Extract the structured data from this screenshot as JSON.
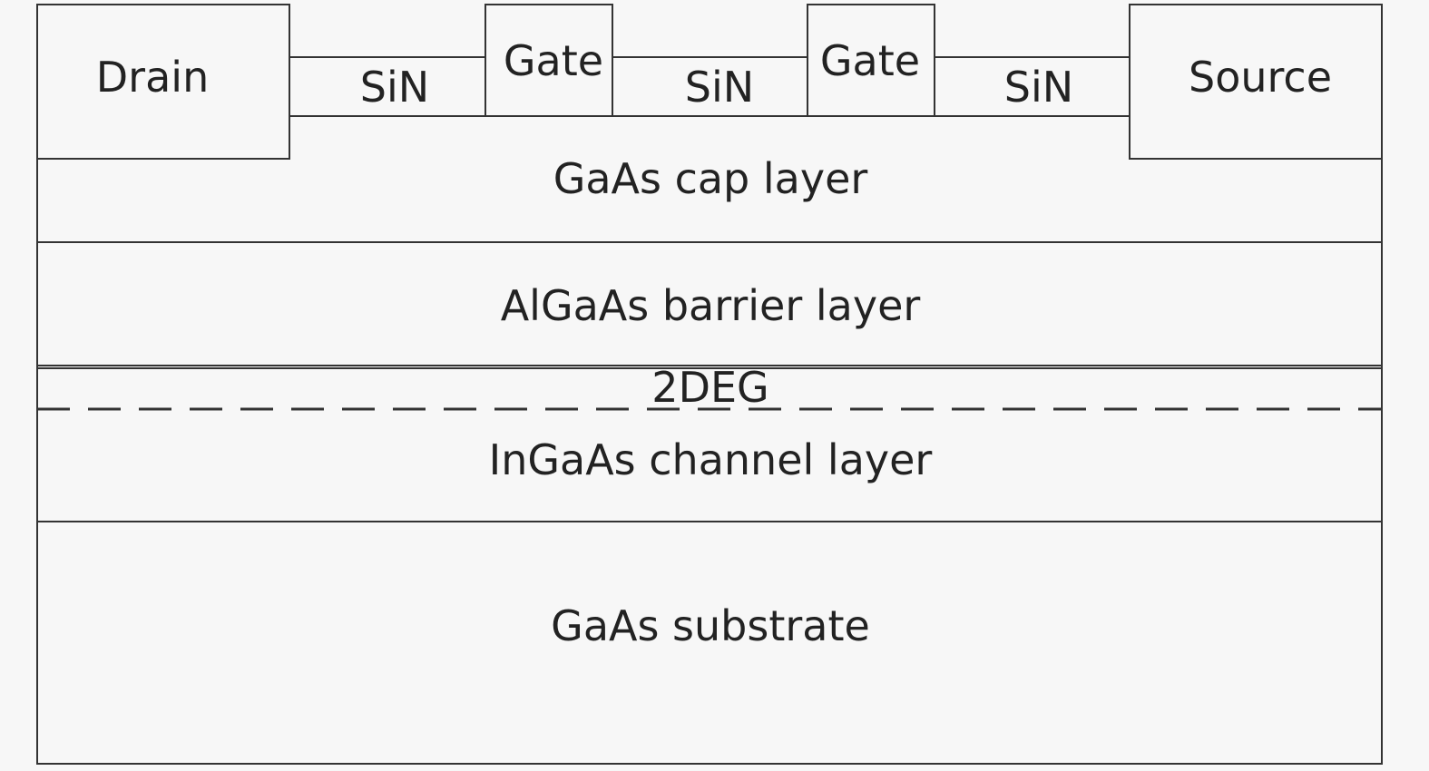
{
  "diagram": {
    "contacts": {
      "drain": "Drain",
      "source": "Source"
    },
    "gates": [
      "Gate",
      "Gate"
    ],
    "passivation": [
      "SiN",
      "SiN",
      "SiN"
    ],
    "layers": {
      "cap": "GaAs cap layer",
      "barrier": "AlGaAs barrier layer",
      "twodeg": "2DEG",
      "channel": "InGaAs channel layer",
      "substrate": "GaAs substrate"
    },
    "line_color": "#333333",
    "background": "#f7f7f7"
  }
}
